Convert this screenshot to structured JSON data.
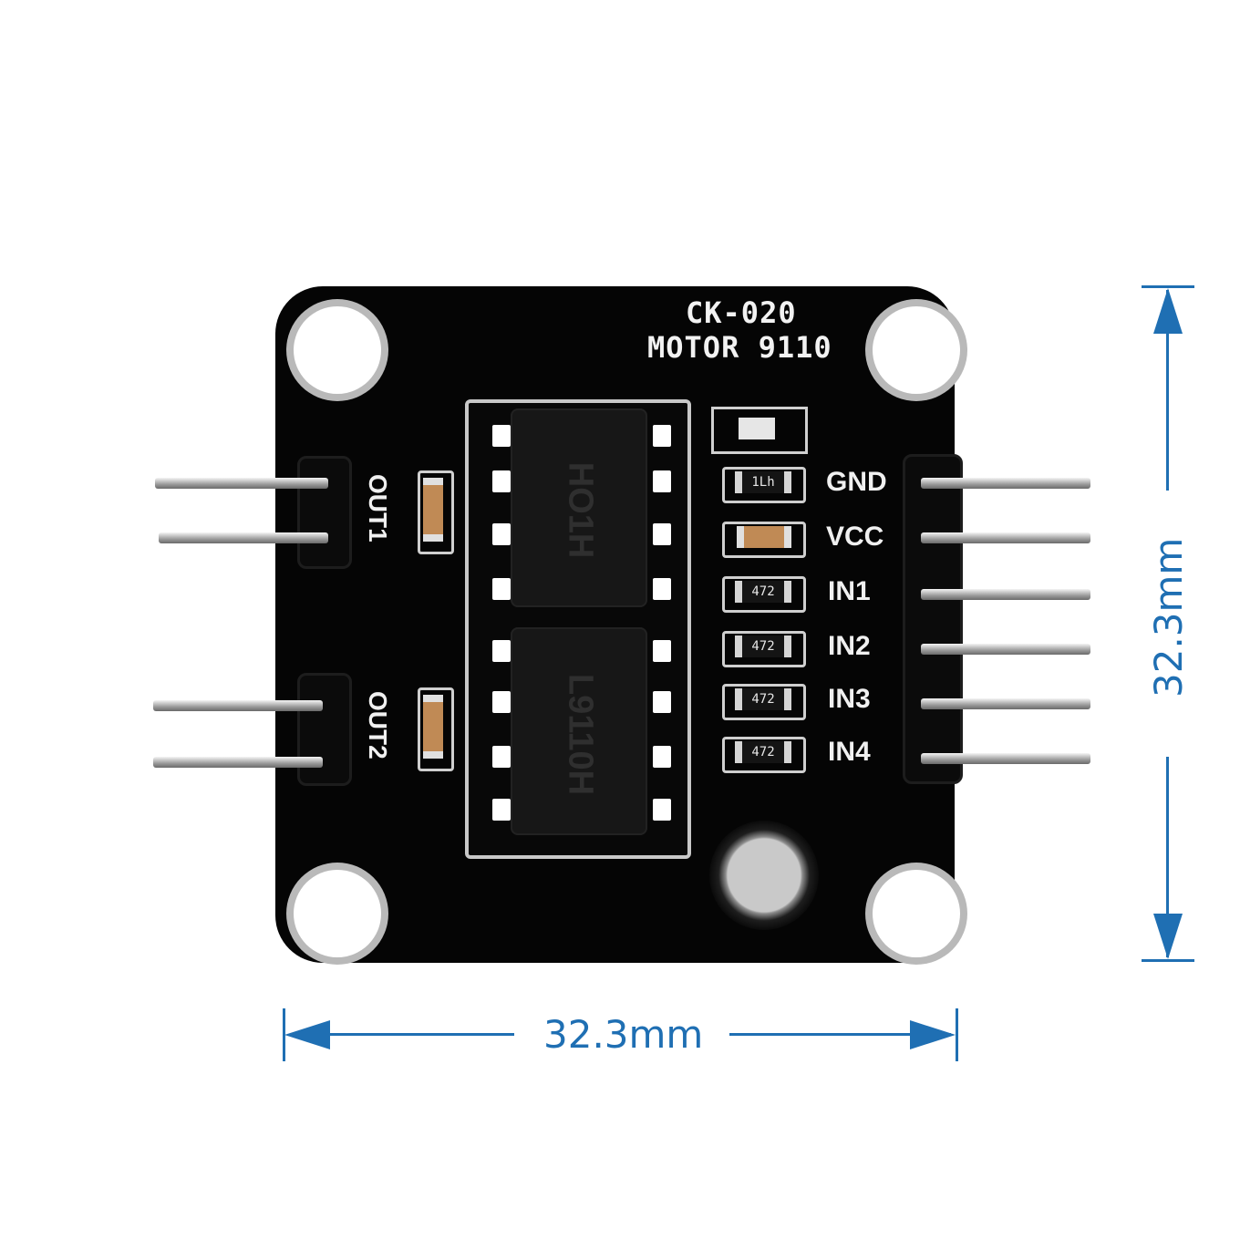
{
  "board": {
    "title_line1": "CK-020",
    "title_line2": "MOTOR 9110"
  },
  "pins_right": [
    "GND",
    "VCC",
    "IN1",
    "IN2",
    "IN3",
    "IN4"
  ],
  "pins_left": [
    "OUT1",
    "OUT2"
  ],
  "chips": {
    "top_marking": "HO1H",
    "bottom_marking": "L9110H"
  },
  "resistor_markings": [
    "1Lh",
    "472",
    "472",
    "472",
    "472"
  ],
  "dimensions": {
    "width_label": "32.3mm",
    "height_label": "32.3mm"
  },
  "colors": {
    "dimension": "#1f6fb3",
    "pcb": "#050505",
    "silkscreen": "#f2f2f2"
  }
}
